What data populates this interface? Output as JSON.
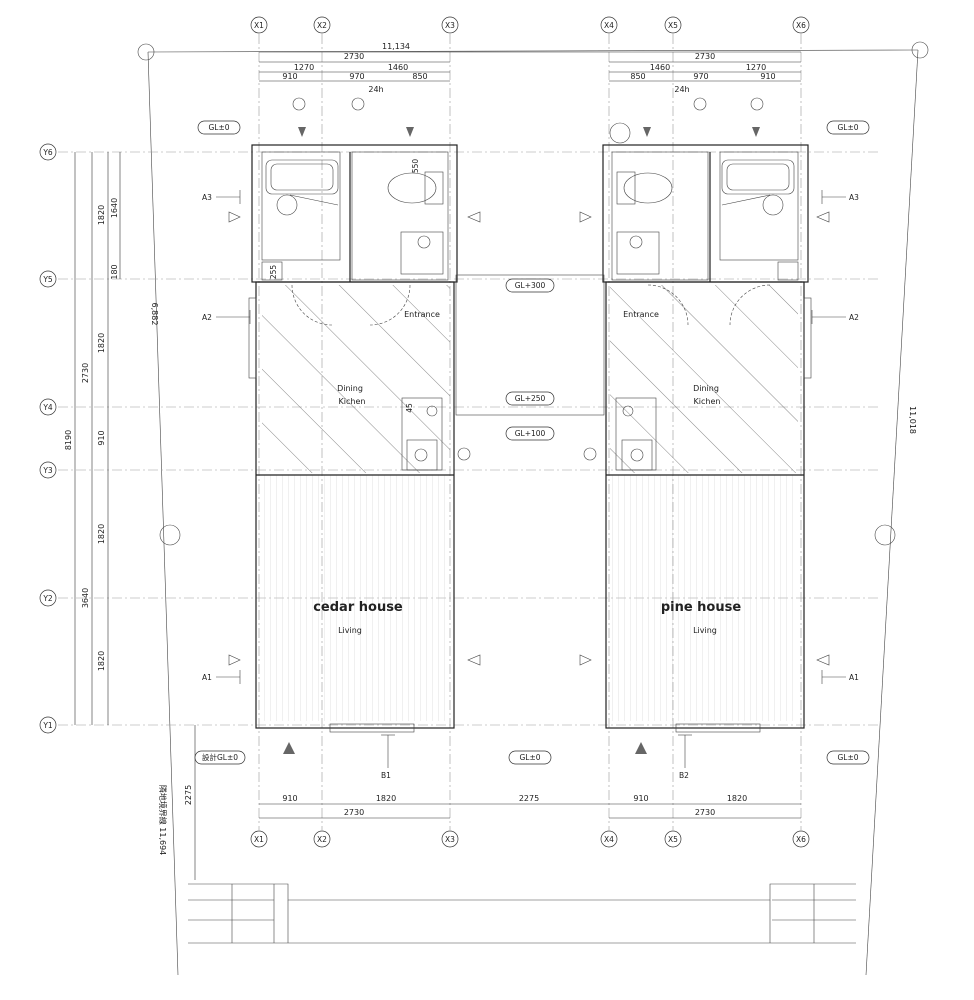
{
  "grid_labels": {
    "x_axis": [
      "X1",
      "X2",
      "X3",
      "X4",
      "X5",
      "X6"
    ],
    "y_axis": [
      "Y6",
      "Y5",
      "Y4",
      "Y3",
      "Y2",
      "Y1"
    ]
  },
  "top_dims": {
    "overall": "11,134",
    "cedar": {
      "total": "2730",
      "row2": [
        "1270",
        "1460"
      ],
      "row3": [
        "910",
        "970",
        "850"
      ],
      "vent": "24h"
    },
    "pine": {
      "total": "2730",
      "row2": [
        "1460",
        "1270"
      ],
      "row3": [
        "850",
        "970",
        "910"
      ],
      "vent": "24h"
    }
  },
  "bottom_dims": {
    "row1": [
      "910",
      "1820",
      "2275",
      "910",
      "1820"
    ],
    "row2": [
      "2730",
      "2730"
    ]
  },
  "left_dims": {
    "col_outer": "8190",
    "col_mid": [
      "2730",
      "3640"
    ],
    "col_inner": [
      "1820",
      "1820",
      "910",
      "1820",
      "1820"
    ],
    "wet_col": [
      "1640",
      "180"
    ],
    "diag": "6,882"
  },
  "side_dims": {
    "right": "11,018",
    "boundary": "隣地境界線 11,694",
    "bottom_gap": "2275"
  },
  "levels": {
    "gl_top_left": "GL±0",
    "gl_top_right": "GL±0",
    "gl_300": "GL+300",
    "gl_250": "GL+250",
    "gl_100": "GL+100",
    "design_gl": "設計GL±0",
    "gl_bottom_mid": "GL±0",
    "gl_bottom_right": "GL±0"
  },
  "sections": {
    "a3_left": "A3",
    "a2_left": "A2",
    "a1_left": "A1",
    "a3_right": "A3",
    "a2_right": "A2",
    "a1_right": "A1",
    "b1": "B1",
    "b2": "B2"
  },
  "small_dims": {
    "toilet_550": "550",
    "sill_255": "255",
    "sink_45": "45"
  },
  "houses": {
    "cedar": {
      "name": "cedar house",
      "entrance": "Entrance",
      "dining": "Dining",
      "kitchen": "Kichen",
      "living": "Living"
    },
    "pine": {
      "name": "pine house",
      "entrance": "Entrance",
      "dining": "Dining",
      "kitchen": "Kichen",
      "living": "Living"
    }
  }
}
